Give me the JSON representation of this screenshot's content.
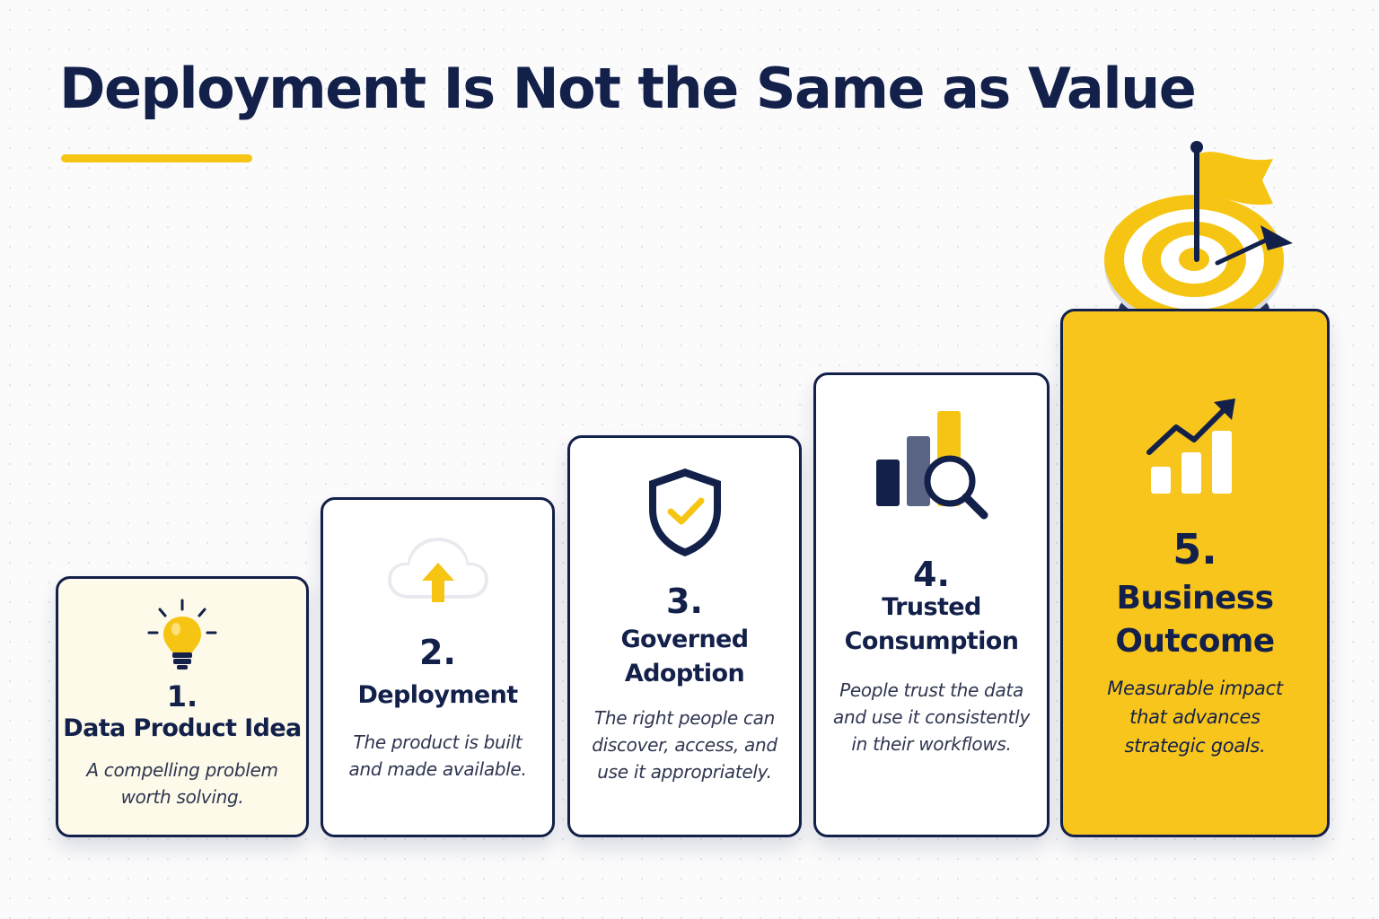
{
  "title": "Deployment Is Not the Same as Value",
  "colors": {
    "navy": "#13204a",
    "yellow": "#f6c514",
    "card_idea_bg": "#fdfaea",
    "card_outcome_bg": "#f8c51c",
    "slate": "#5a6585"
  },
  "steps": [
    {
      "number": "1.",
      "label": "Data Product Idea",
      "description": [
        "A compelling problem",
        "worth solving."
      ],
      "icon": "lightbulb-icon"
    },
    {
      "number": "2.",
      "label": "Deployment",
      "description": [
        "The product is built",
        "and made available."
      ],
      "icon": "cloud-upload-icon"
    },
    {
      "number": "3.",
      "label": [
        "Governed",
        "Adoption"
      ],
      "description": [
        "The right people can",
        "discover, access, and",
        "use it appropriately."
      ],
      "icon": "shield-check-icon"
    },
    {
      "number": "4.",
      "label": [
        "Trusted",
        "Consumption"
      ],
      "description": [
        "People trust the data",
        "and use it consistently",
        "in their workflows."
      ],
      "icon": "bar-chart-magnifier-icon"
    },
    {
      "number": "5.",
      "label": [
        "Business",
        "Outcome"
      ],
      "description": [
        "Measurable impact",
        "that advances",
        "strategic goals."
      ],
      "icon": "growth-chart-icon"
    }
  ],
  "decoration": {
    "icon": "target-flag-icon"
  }
}
